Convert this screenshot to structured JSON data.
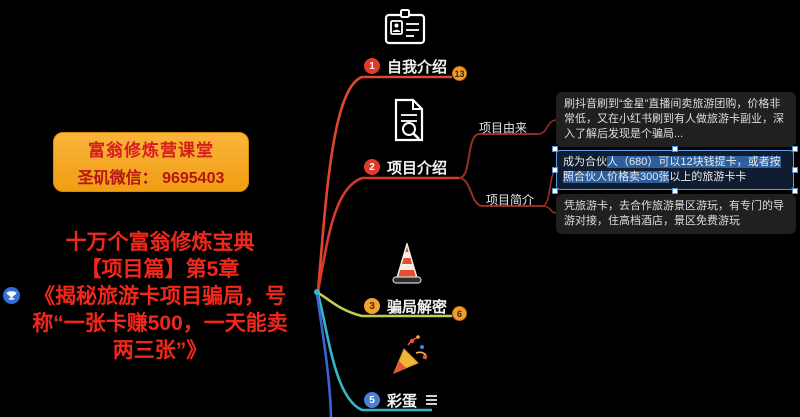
{
  "colors": {
    "background": "#000000",
    "promo_bg": "#f6a81c",
    "promo_text": "#d81f1f",
    "headline_red": "#f2271c",
    "branch_red": "#d63b2a",
    "branch_dark_red": "#93301f",
    "branch_yellow_green": "#c3cd50",
    "branch_cyan": "#37b7c6",
    "branch_blue": "#3a63d4",
    "collapse_badge_bg": "#ef9f2e",
    "selection_blue": "#5a9de8",
    "number1_color": "#e03a2a",
    "number2_color": "#e03a2a",
    "number3_color": "#f0a32f",
    "number5_color": "#4a7fd8"
  },
  "left_panel": {
    "promo": {
      "line1": "富翁修炼营课堂",
      "line2": "圣矶微信： 9695403"
    },
    "headline": {
      "lines": [
        "十万个富翁修炼宝典",
        "【项目篇】第5章",
        "《揭秘旅游卡项目骗局，号",
        "称“一张卡赚500，一天能卖",
        "两三张”》"
      ]
    }
  },
  "mindmap": {
    "branches": [
      {
        "number": "1",
        "label": "自我介绍",
        "badge": "13"
      },
      {
        "number": "2",
        "label": "项目介绍"
      },
      {
        "number": "3",
        "label": "骗局解密",
        "badge": "6"
      },
      {
        "number": "5",
        "label": "彩蛋"
      }
    ],
    "subtopics": {
      "origin_label": "项目由来",
      "brief_label": "项目简介"
    },
    "notes": {
      "origin": {
        "text": "刷抖音刷到“金星”直播间卖旅游团购，价格非常低，又在小红书刷到有人做旅游卡副业，深入了解后发现是个骗局..."
      },
      "brief_selected": {
        "prefix": "成为合伙",
        "selected": "人（680）可以12块钱提卡，或者按照合伙人价格卖300张",
        "suffix": "以上的旅游卡卡"
      },
      "brief_plain": {
        "text": "凭旅游卡，去合作旅游景区游玩，有专门的导游对接，住高档酒店，景区免费游玩"
      }
    }
  }
}
